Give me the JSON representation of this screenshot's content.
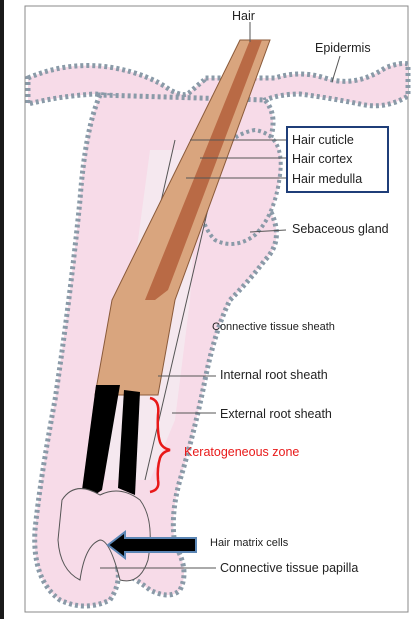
{
  "labels": {
    "hair": "Hair",
    "epidermis": "Epidermis",
    "hair_cuticle": "Hair cuticle",
    "hair_cortex": "Hair cortex",
    "hair_medulla": "Hair medulla",
    "sebaceous_gland": "Sebaceous gland",
    "connective_tissue_sheath": "Connective tissue sheath",
    "internal_root_sheath": "Internal root sheath",
    "external_root_sheath": "External root sheath",
    "keratogeneous_zone": "Keratogeneous zone",
    "hair_matrix_cells": "Hair matrix cells",
    "connective_tissue_papilla": "Connective tissue papilla"
  },
  "colors": {
    "tissue_pink": "#f7dbe8",
    "cell_border": "#8a9aa8",
    "hair_shaft_outer": "#d9a57e",
    "hair_medulla": "#b96a45",
    "keratin_black": "#000000",
    "highlight_box": "#1f3e78",
    "keratogeneous_red": "#e81919",
    "arrow_fill": "#000000",
    "arrow_outline": "#5b86b5"
  }
}
